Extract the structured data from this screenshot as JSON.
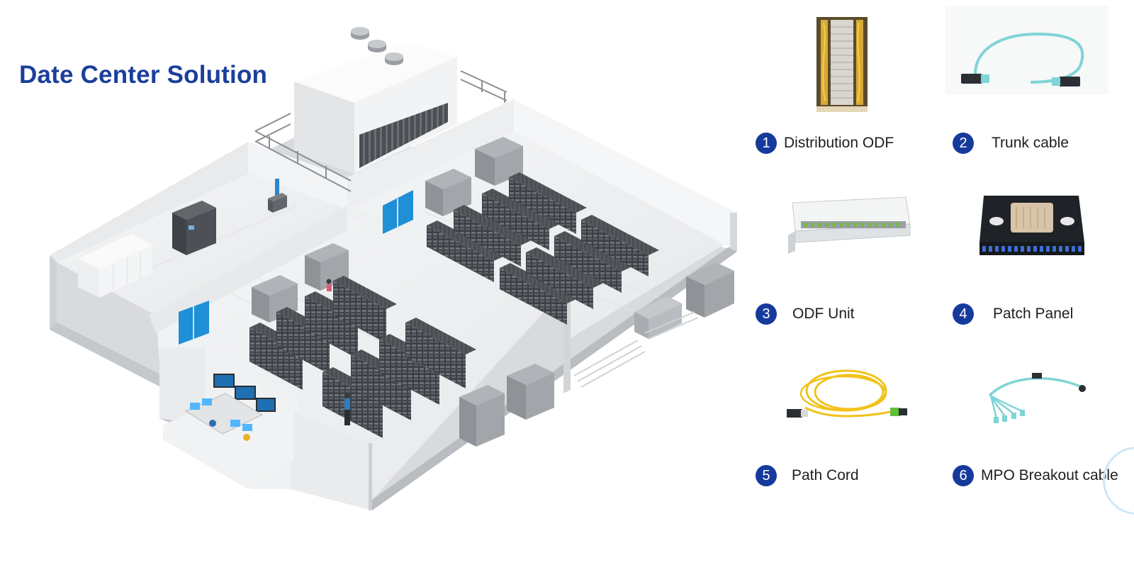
{
  "title": "Date Center Solution",
  "products": [
    {
      "number": "1",
      "label": "Distribution ODF",
      "icon": "distribution-odf-image"
    },
    {
      "number": "2",
      "label": "Trunk cable",
      "icon": "trunk-cable-image"
    },
    {
      "number": "3",
      "label": "ODF Unit",
      "icon": "odf-unit-image"
    },
    {
      "number": "4",
      "label": "Patch Panel",
      "icon": "patch-panel-image"
    },
    {
      "number": "5",
      "label": "Path Cord",
      "icon": "patch-cord-image"
    },
    {
      "number": "6",
      "label": "MPO Breakout cable",
      "icon": "mpo-breakout-cable-image"
    }
  ],
  "colors": {
    "title": "#1b3f9a",
    "badge": "#163a9c",
    "door": "#1f8fd6",
    "aqua_cable": "#7fd4d6",
    "yellow_cable": "#f2c21a"
  }
}
